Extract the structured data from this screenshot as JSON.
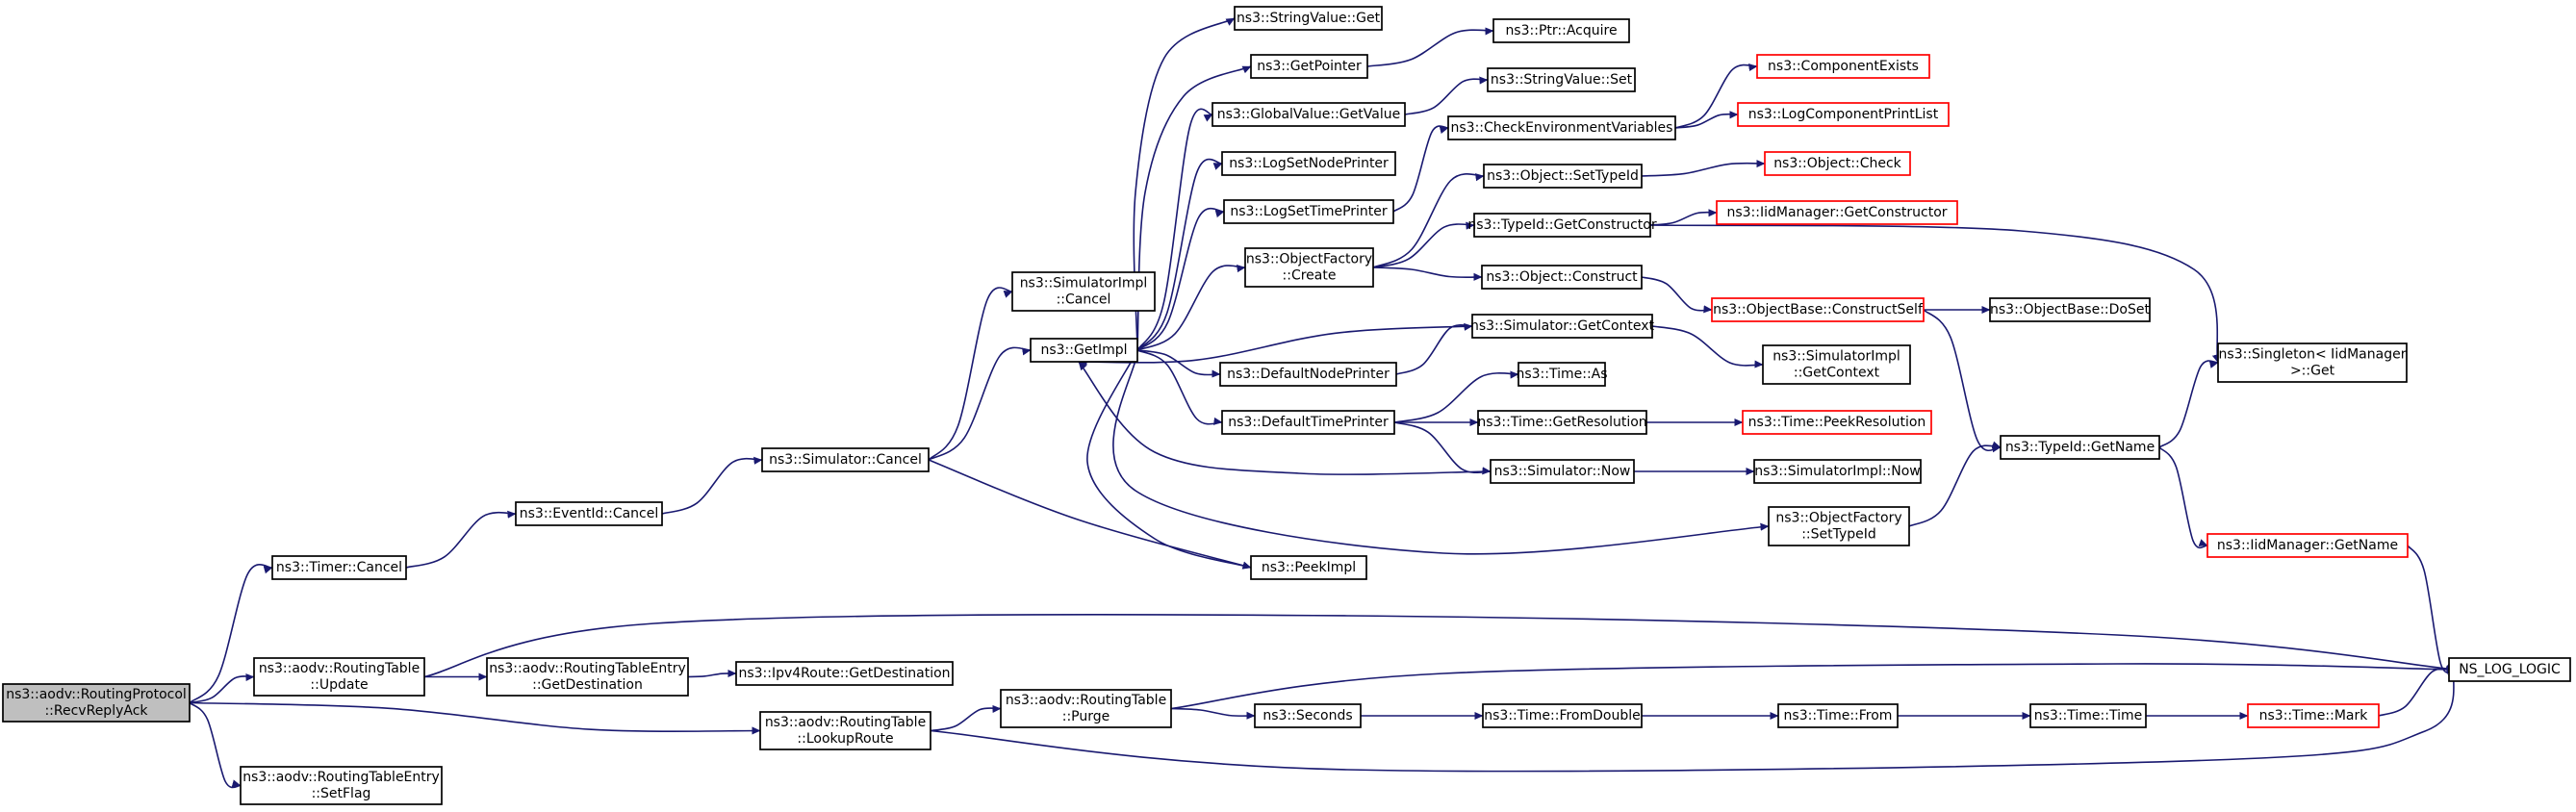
{
  "nodes": [
    {
      "id": "root",
      "lines": [
        "ns3::aodv::RoutingProtocol",
        "::RecvReplyAck"
      ],
      "style": "root"
    },
    {
      "id": "timer_cancel",
      "lines": [
        "ns3::Timer::Cancel"
      ],
      "style": "normal"
    },
    {
      "id": "rt_update",
      "lines": [
        "ns3::aodv::RoutingTable",
        "::Update"
      ],
      "style": "normal"
    },
    {
      "id": "rt_lookup",
      "lines": [
        "ns3::aodv::RoutingTable",
        "::LookupRoute"
      ],
      "style": "normal"
    },
    {
      "id": "rte_setflag",
      "lines": [
        "ns3::aodv::RoutingTableEntry",
        "::SetFlag"
      ],
      "style": "normal"
    },
    {
      "id": "eventid_cancel",
      "lines": [
        "ns3::EventId::Cancel"
      ],
      "style": "normal"
    },
    {
      "id": "rte_getdest",
      "lines": [
        "ns3::aodv::RoutingTableEntry",
        "::GetDestination"
      ],
      "style": "normal"
    },
    {
      "id": "rt_purge",
      "lines": [
        "ns3::aodv::RoutingTable",
        "::Purge"
      ],
      "style": "normal"
    },
    {
      "id": "sim_cancel",
      "lines": [
        "ns3::Simulator::Cancel"
      ],
      "style": "normal"
    },
    {
      "id": "ipv4_getdest",
      "lines": [
        "ns3::Ipv4Route::GetDestination"
      ],
      "style": "normal"
    },
    {
      "id": "seconds",
      "lines": [
        "ns3::Seconds"
      ],
      "style": "normal"
    },
    {
      "id": "simimpl_cancel",
      "lines": [
        "ns3::SimulatorImpl",
        "::Cancel"
      ],
      "style": "normal"
    },
    {
      "id": "getimpl",
      "lines": [
        "ns3::GetImpl"
      ],
      "style": "normal"
    },
    {
      "id": "stringvalue_get",
      "lines": [
        "ns3::StringValue::Get"
      ],
      "style": "normal"
    },
    {
      "id": "getpointer",
      "lines": [
        "ns3::GetPointer"
      ],
      "style": "normal"
    },
    {
      "id": "gv_getvalue",
      "lines": [
        "ns3::GlobalValue::GetValue"
      ],
      "style": "normal"
    },
    {
      "id": "logsetnode",
      "lines": [
        "ns3::LogSetNodePrinter"
      ],
      "style": "normal"
    },
    {
      "id": "logsettime",
      "lines": [
        "ns3::LogSetTimePrinter"
      ],
      "style": "normal"
    },
    {
      "id": "objfactory_create",
      "lines": [
        "ns3::ObjectFactory",
        "::Create"
      ],
      "style": "normal"
    },
    {
      "id": "defaultnode",
      "lines": [
        "ns3::DefaultNodePrinter"
      ],
      "style": "normal"
    },
    {
      "id": "defaulttime",
      "lines": [
        "ns3::DefaultTimePrinter"
      ],
      "style": "normal"
    },
    {
      "id": "peekimpl",
      "lines": [
        "ns3::PeekImpl"
      ],
      "style": "normal"
    },
    {
      "id": "ptr_acquire",
      "lines": [
        "ns3::Ptr::Acquire"
      ],
      "style": "normal"
    },
    {
      "id": "stringvalue_set",
      "lines": [
        "ns3::StringValue::Set"
      ],
      "style": "normal"
    },
    {
      "id": "checkenv",
      "lines": [
        "ns3::CheckEnvironmentVariables"
      ],
      "style": "normal"
    },
    {
      "id": "obj_settypeid",
      "lines": [
        "ns3::Object::SetTypeId"
      ],
      "style": "normal"
    },
    {
      "id": "typeid_getctor",
      "lines": [
        "ns3::TypeId::GetConstructor"
      ],
      "style": "normal"
    },
    {
      "id": "obj_construct",
      "lines": [
        "ns3::Object::Construct"
      ],
      "style": "normal"
    },
    {
      "id": "sim_getcontext",
      "lines": [
        "ns3::Simulator::GetContext"
      ],
      "style": "normal"
    },
    {
      "id": "time_as",
      "lines": [
        "ns3::Time::As"
      ],
      "style": "normal"
    },
    {
      "id": "time_getres",
      "lines": [
        "ns3::Time::GetResolution"
      ],
      "style": "normal"
    },
    {
      "id": "sim_now",
      "lines": [
        "ns3::Simulator::Now"
      ],
      "style": "normal"
    },
    {
      "id": "objfactory_settypeid",
      "lines": [
        "ns3::ObjectFactory",
        "::SetTypeId"
      ],
      "style": "normal"
    },
    {
      "id": "time_fromdouble",
      "lines": [
        "ns3::Time::FromDouble"
      ],
      "style": "normal"
    },
    {
      "id": "compexists",
      "lines": [
        "ns3::ComponentExists"
      ],
      "style": "red"
    },
    {
      "id": "logcompprint",
      "lines": [
        "ns3::LogComponentPrintList"
      ],
      "style": "red"
    },
    {
      "id": "obj_check",
      "lines": [
        "ns3::Object::Check"
      ],
      "style": "red"
    },
    {
      "id": "iidmgr_getctor",
      "lines": [
        "ns3::IidManager::GetConstructor"
      ],
      "style": "red"
    },
    {
      "id": "objbase_constructself",
      "lines": [
        "ns3::ObjectBase::ConstructSelf"
      ],
      "style": "red"
    },
    {
      "id": "simimpl_getcontext",
      "lines": [
        "ns3::SimulatorImpl",
        "::GetContext"
      ],
      "style": "normal"
    },
    {
      "id": "time_peekres",
      "lines": [
        "ns3::Time::PeekResolution"
      ],
      "style": "red"
    },
    {
      "id": "simimpl_now",
      "lines": [
        "ns3::SimulatorImpl::Now"
      ],
      "style": "normal"
    },
    {
      "id": "time_from",
      "lines": [
        "ns3::Time::From"
      ],
      "style": "normal"
    },
    {
      "id": "objbase_doset",
      "lines": [
        "ns3::ObjectBase::DoSet"
      ],
      "style": "normal"
    },
    {
      "id": "typeid_getname",
      "lines": [
        "ns3::TypeId::GetName"
      ],
      "style": "normal"
    },
    {
      "id": "time_time",
      "lines": [
        "ns3::Time::Time"
      ],
      "style": "normal"
    },
    {
      "id": "singleton_get",
      "lines": [
        "ns3::Singleton< IidManager",
        " >::Get"
      ],
      "style": "normal"
    },
    {
      "id": "iidmgr_getname",
      "lines": [
        "ns3::IidManager::GetName"
      ],
      "style": "red"
    },
    {
      "id": "time_mark",
      "lines": [
        "ns3::Time::Mark"
      ],
      "style": "red"
    },
    {
      "id": "ns_log_logic",
      "lines": [
        "NS_LOG_LOGIC"
      ],
      "style": "normal"
    }
  ],
  "edges": [
    [
      "root",
      "timer_cancel"
    ],
    [
      "root",
      "rt_update"
    ],
    [
      "root",
      "rt_lookup"
    ],
    [
      "root",
      "rte_setflag"
    ],
    [
      "timer_cancel",
      "eventid_cancel"
    ],
    [
      "eventid_cancel",
      "sim_cancel"
    ],
    [
      "sim_cancel",
      "simimpl_cancel"
    ],
    [
      "sim_cancel",
      "getimpl"
    ],
    [
      "sim_cancel",
      "peekimpl"
    ],
    [
      "rt_update",
      "rte_getdest"
    ],
    [
      "rt_update",
      "ns_log_logic"
    ],
    [
      "rte_getdest",
      "ipv4_getdest"
    ],
    [
      "rt_lookup",
      "rt_purge"
    ],
    [
      "rt_lookup",
      "ns_log_logic"
    ],
    [
      "rt_purge",
      "seconds"
    ],
    [
      "rt_purge",
      "ns_log_logic"
    ],
    [
      "seconds",
      "time_fromdouble"
    ],
    [
      "time_fromdouble",
      "time_from"
    ],
    [
      "time_from",
      "time_time"
    ],
    [
      "time_time",
      "time_mark"
    ],
    [
      "time_mark",
      "ns_log_logic"
    ],
    [
      "getimpl",
      "stringvalue_get"
    ],
    [
      "getimpl",
      "getpointer"
    ],
    [
      "getimpl",
      "gv_getvalue"
    ],
    [
      "getimpl",
      "logsetnode"
    ],
    [
      "getimpl",
      "logsettime"
    ],
    [
      "getimpl",
      "objfactory_create"
    ],
    [
      "getimpl",
      "defaultnode"
    ],
    [
      "getimpl",
      "defaulttime"
    ],
    [
      "getimpl",
      "peekimpl"
    ],
    [
      "getimpl",
      "objfactory_settypeid"
    ],
    [
      "getpointer",
      "ptr_acquire"
    ],
    [
      "gv_getvalue",
      "stringvalue_set"
    ],
    [
      "logsettime",
      "checkenv"
    ],
    [
      "checkenv",
      "compexists"
    ],
    [
      "checkenv",
      "logcompprint"
    ],
    [
      "objfactory_create",
      "obj_settypeid"
    ],
    [
      "objfactory_create",
      "typeid_getctor"
    ],
    [
      "objfactory_create",
      "obj_construct"
    ],
    [
      "obj_settypeid",
      "obj_check"
    ],
    [
      "typeid_getctor",
      "iidmgr_getctor"
    ],
    [
      "typeid_getctor",
      "singleton_get"
    ],
    [
      "obj_construct",
      "objbase_constructself"
    ],
    [
      "objbase_constructself",
      "objbase_doset"
    ],
    [
      "objbase_constructself",
      "typeid_getname"
    ],
    [
      "defaultnode",
      "sim_getcontext"
    ],
    [
      "sim_getcontext",
      "getimpl"
    ],
    [
      "sim_getcontext",
      "simimpl_getcontext"
    ],
    [
      "defaulttime",
      "time_as"
    ],
    [
      "defaulttime",
      "time_getres"
    ],
    [
      "defaulttime",
      "sim_now"
    ],
    [
      "time_getres",
      "time_peekres"
    ],
    [
      "sim_now",
      "getimpl"
    ],
    [
      "sim_now",
      "simimpl_now"
    ],
    [
      "objfactory_settypeid",
      "typeid_getname"
    ],
    [
      "typeid_getname",
      "singleton_get"
    ],
    [
      "typeid_getname",
      "iidmgr_getname"
    ],
    [
      "iidmgr_getname",
      "ns_log_logic"
    ]
  ]
}
